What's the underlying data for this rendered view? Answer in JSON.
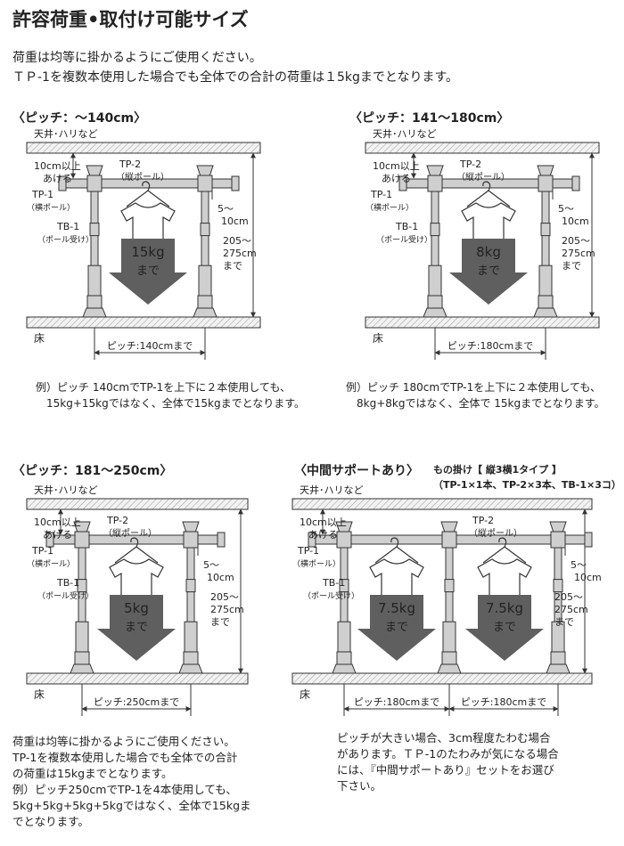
{
  "title": "許容荷重•取付け可能サイズ",
  "intro": [
    "荷重は均等に掛かるようにご使用ください。",
    "ＴＰ-1を複数本使用した場合でも全体での合計の荷重は１5kgまでとなります。"
  ],
  "labels": {
    "ceiling": "天井･ハリなど",
    "floor": "床",
    "gap": [
      "10cm以上",
      "あける"
    ],
    "tp2": [
      "TP-2",
      "（縦ポール）"
    ],
    "tp1": [
      "TP-1",
      "（横ポール）"
    ],
    "tb1": [
      "TB-1",
      "（ポール受け）"
    ],
    "overhang": [
      "5～",
      "10cm"
    ],
    "height": [
      "205～",
      "275cm",
      "まで"
    ]
  },
  "sections": [
    {
      "heading": "〈ピッチ：～140cm〉",
      "load": [
        "15kg",
        "まで"
      ],
      "pitch": "ピッチ:140cmまで",
      "note": [
        "例）ピッチ 140cmでTP-1を上下に２本使用しても、",
        "　15kg+15kgではなく、全体で15kgまでとなります。"
      ]
    },
    {
      "heading": "〈ピッチ：141～180cm〉",
      "load": [
        "8kg",
        "まで"
      ],
      "pitch": "ピッチ:180cmまで",
      "note": [
        "例）ピッチ 180cmでTP-1を上下に２本使用しても、",
        "　8kg+8kgではなく、全体で 15kgまでとなります。"
      ]
    },
    {
      "heading": "〈ピッチ：181～250cm〉",
      "load": [
        "5kg",
        "まで"
      ],
      "pitch": "ピッチ:250cmまで",
      "note": [
        "荷重は均等に掛かるようにご使用ください。",
        "TP-1を複数本使用した場合でも全体での合計",
        "の荷重は15kgまでとなります。",
        "例）ピッチ250cmでTP-1を4本使用しても、",
        "5kg+5kg+5kg+5kgではなく、全体で15kgま",
        "でとなります。"
      ]
    },
    {
      "heading": "〈中間サポートあり〉",
      "subheading": [
        "もの掛け【 縦3横1タイプ 】",
        "（TP-1×1本、TP-2×3本、TB-1×3コ）"
      ],
      "load": [
        "7.5kg",
        "まで"
      ],
      "pitch": "ピッチ:180cmまで",
      "note": [
        "ピッチが大きい場合、3cm程度たわむ場合",
        "があります。ＴＰ-1のたわみが気になる場合",
        "には、『中間サポートあり』セットをお選び",
        "下さい。"
      ]
    }
  ],
  "colors": {
    "arrow": "#5f5f5f",
    "pole": "#cfcfcf",
    "ceiling_fill": "#f2f2f2",
    "line": "#333333"
  }
}
